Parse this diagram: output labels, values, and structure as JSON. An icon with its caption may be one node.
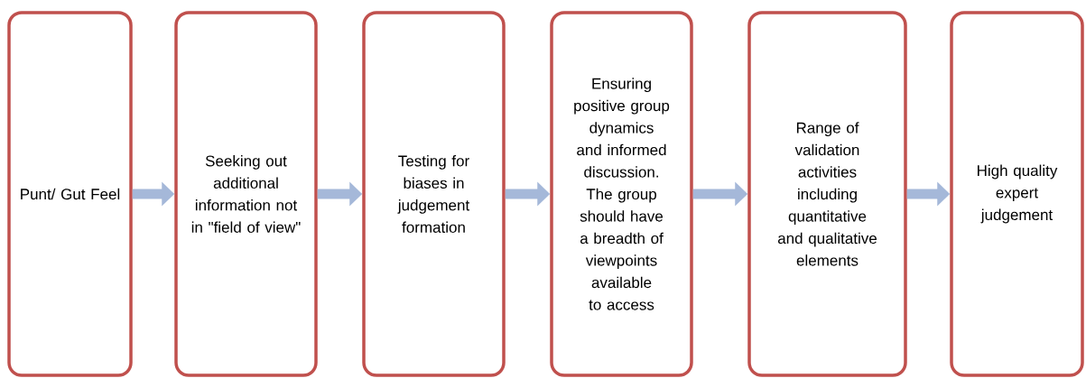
{
  "diagram": {
    "nodes": [
      {
        "text": [
          "Punt/ Gut Feel"
        ]
      },
      {
        "text": [
          "Seeking out additional information not in \"field of view\""
        ]
      },
      {
        "text": [
          "Testing for biases in judgement formation"
        ]
      },
      {
        "text": [
          "Ensuring positive group dynamics and informed discussion. The group should have a breadth of viewpoints available to access"
        ]
      },
      {
        "text": [
          "Range of validation activities including quantitative and qualitative elements"
        ]
      },
      {
        "text": [
          "High quality expert judgement"
        ]
      }
    ],
    "edges": [
      {
        "from": 0,
        "to": 1,
        "arrow": "to"
      },
      {
        "from": 1,
        "to": 2,
        "arrow": "to"
      },
      {
        "from": 2,
        "to": 3,
        "arrow": "to"
      },
      {
        "from": 3,
        "to": 4,
        "arrow": "to"
      },
      {
        "from": 4,
        "to": 5,
        "arrow": "to"
      }
    ]
  }
}
